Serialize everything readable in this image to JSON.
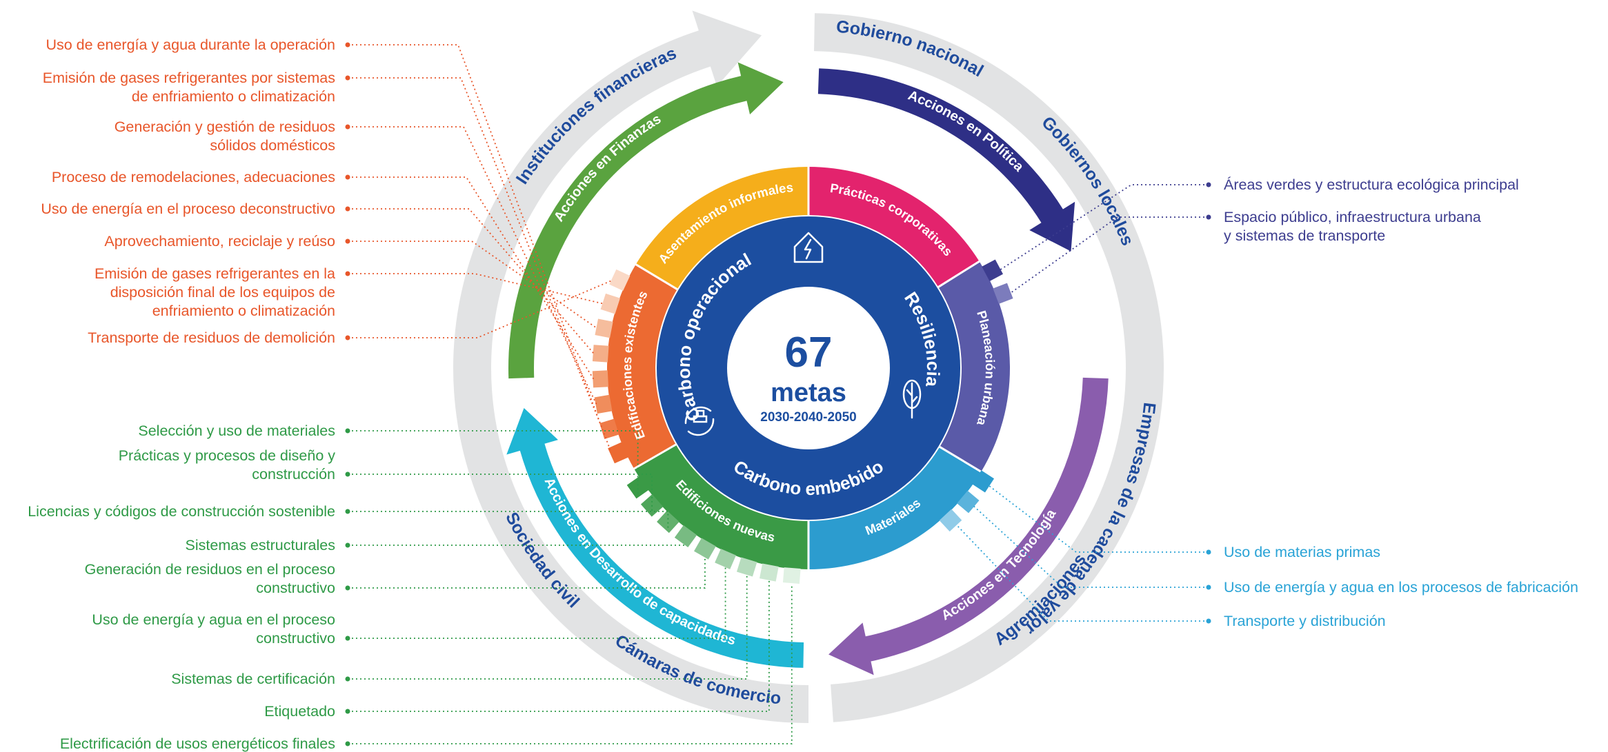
{
  "center": {
    "number": "67",
    "word": "metas",
    "years": "2030-2040-2050"
  },
  "inner_ring": {
    "carbono_operacional": "Carbono operacional",
    "resiliencia": "Resiliencia",
    "carbono_embebido": "Carbono embebido",
    "icons": [
      "house-lightning-icon",
      "tree-icon",
      "recycle-blocks-icon"
    ]
  },
  "sector_ring": [
    {
      "label": "Prácticas corporativas",
      "color": "#e3236d"
    },
    {
      "label": "Planeación urbana",
      "color": "#5a5aa8"
    },
    {
      "label": "Materiales",
      "color": "#2c9ccf"
    },
    {
      "label": "Edificiones nuevas",
      "color": "#3a9a46"
    },
    {
      "label": "Edificaciones existentes",
      "color": "#ec6a32"
    },
    {
      "label": "Asentamiento  informales",
      "color": "#f5ae1b"
    }
  ],
  "action_arrows": [
    {
      "label": "Acciones en Política",
      "color": "#2e2f86"
    },
    {
      "label": "Acciones en Tecnología",
      "color": "#8a5dad"
    },
    {
      "label": "Acciones en Desarrollo de capacidades",
      "color": "#1fb6d4"
    },
    {
      "label": "Acciones en Finanzas",
      "color": "#5aa33f"
    }
  ],
  "outer_ring": [
    "Gobierno nacional",
    "Gobiernos locales",
    "Empresas de la cadena de valor",
    "Agremiaciones",
    "Cámaras de comercio",
    "Sociedad civil",
    "Instituciones financieras"
  ],
  "left_orange_labels": [
    [
      "Uso de energía y agua durante la operación"
    ],
    [
      "Emisión de gases refrigerantes por sistemas",
      "de enfriamiento o climatización"
    ],
    [
      "Generación y gestión de residuos",
      "sólidos  domésticos"
    ],
    [
      "Proceso de remodelaciones, adecuaciones"
    ],
    [
      "Uso de energía en el proceso deconstructivo"
    ],
    [
      "Aprovechamiento, reciclaje y reúso"
    ],
    [
      "Emisión de gases refrigerantes en la",
      "disposición final de los equipos de",
      "enfriamiento o climatización"
    ],
    [
      "Transporte de residuos de demolición"
    ]
  ],
  "left_green_labels": [
    [
      "Selección y uso de materiales"
    ],
    [
      "Prácticas y procesos de diseño y",
      "construcción"
    ],
    [
      "Licencias y códigos de construcción sostenible"
    ],
    [
      "Sistemas estructurales"
    ],
    [
      "Generación de residuos en el proceso",
      "constructivo"
    ],
    [
      "Uso de energía y agua en el proceso",
      "constructivo"
    ],
    [
      "Sistemas de certificación"
    ],
    [
      "Etiquetado"
    ],
    [
      "Electrificación de usos energéticos finales"
    ]
  ],
  "right_purple_labels": [
    [
      "Áreas verdes y estructura ecológica principal"
    ],
    [
      "Espacio público, infraestructura urbana",
      "y sistemas de transporte"
    ]
  ],
  "right_blue_labels": [
    [
      "Uso de materias primas"
    ],
    [
      "Uso de energía y agua en los procesos de fabricación"
    ],
    [
      "Transporte y distribución"
    ]
  ],
  "colors": {
    "orange_text": "#e8562a",
    "green_text": "#2f9a47",
    "purple_text": "#3d3d8f",
    "blue_text": "#2aa3d6",
    "ring_grey": "#e2e3e4",
    "core_blue": "#1c4ea0",
    "title_blue": "#1f4b9c"
  }
}
